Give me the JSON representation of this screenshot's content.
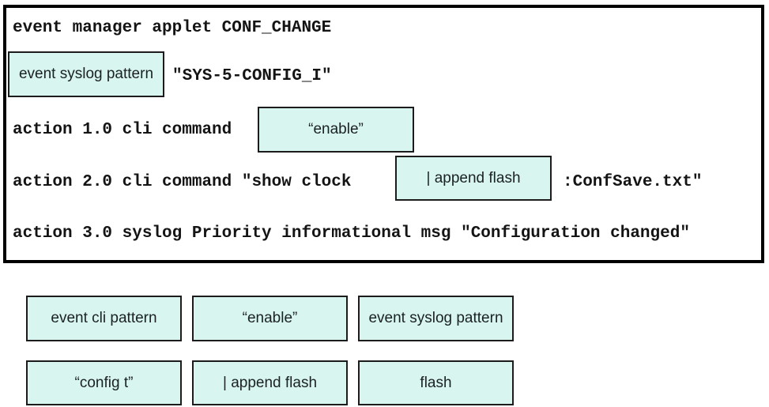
{
  "colors": {
    "chip_background": "#d9f5ef",
    "chip_border": "#1c1c1c",
    "panel_border": "#000000",
    "code_text": "#141414",
    "page_background": "#ffffff"
  },
  "applet": {
    "line1": "event manager applet CONF_CHANGE",
    "slot1_chip": "event syslog pattern",
    "slot1_after": "\"SYS-5-CONFIG_I\"",
    "line2_prefix": "action 1.0 cli command",
    "slot2_chip": "“enable”",
    "line3_prefix": "action 2.0 cli command \"show clock",
    "slot3_chip": "| append flash",
    "slot3_after": ":ConfSave.txt\"",
    "line4": "action 3.0 syslog Priority informational msg \"Configuration changed\""
  },
  "options": {
    "row1": [
      "event cli pattern",
      "“enable”",
      "event syslog pattern"
    ],
    "row2": [
      "“config t”",
      "| append flash",
      "flash"
    ]
  }
}
